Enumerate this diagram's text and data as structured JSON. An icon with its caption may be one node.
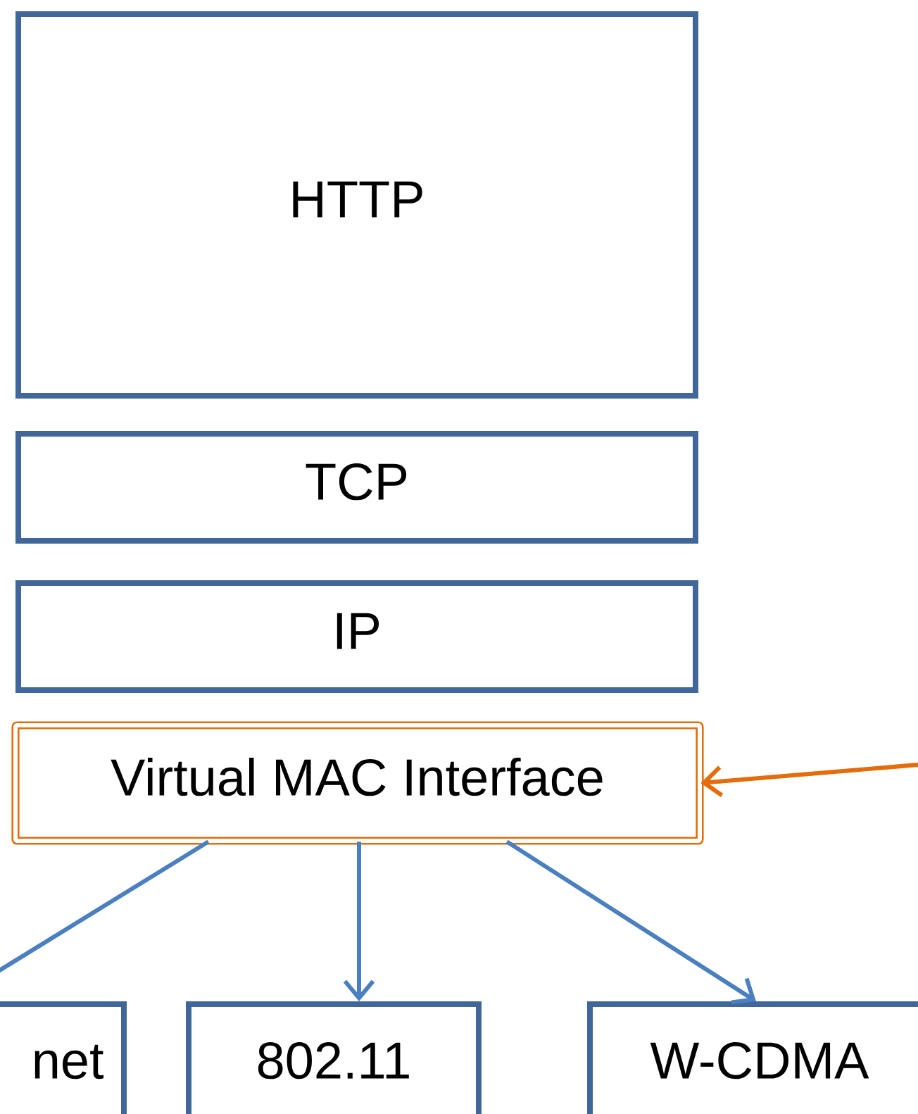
{
  "diagram": {
    "nodes": [
      {
        "text": [
          "HTTP"
        ]
      },
      {
        "text": [
          "TCP"
        ]
      },
      {
        "text": [
          "IP"
        ]
      },
      {
        "text": [
          "Virtual MAC Interface"
        ]
      },
      {
        "text": [
          "net"
        ]
      },
      {
        "text": [
          "802.11"
        ]
      },
      {
        "text": [
          "W-CDMA"
        ]
      }
    ],
    "edges": [
      {
        "from": null,
        "to": 3,
        "arrow": "to",
        "color": "#e46c0a"
      },
      {
        "from": 3,
        "to": 4,
        "arrow": "none"
      },
      {
        "from": 3,
        "to": 5,
        "arrow": "to"
      },
      {
        "from": 3,
        "to": 6,
        "arrow": "to"
      }
    ]
  }
}
